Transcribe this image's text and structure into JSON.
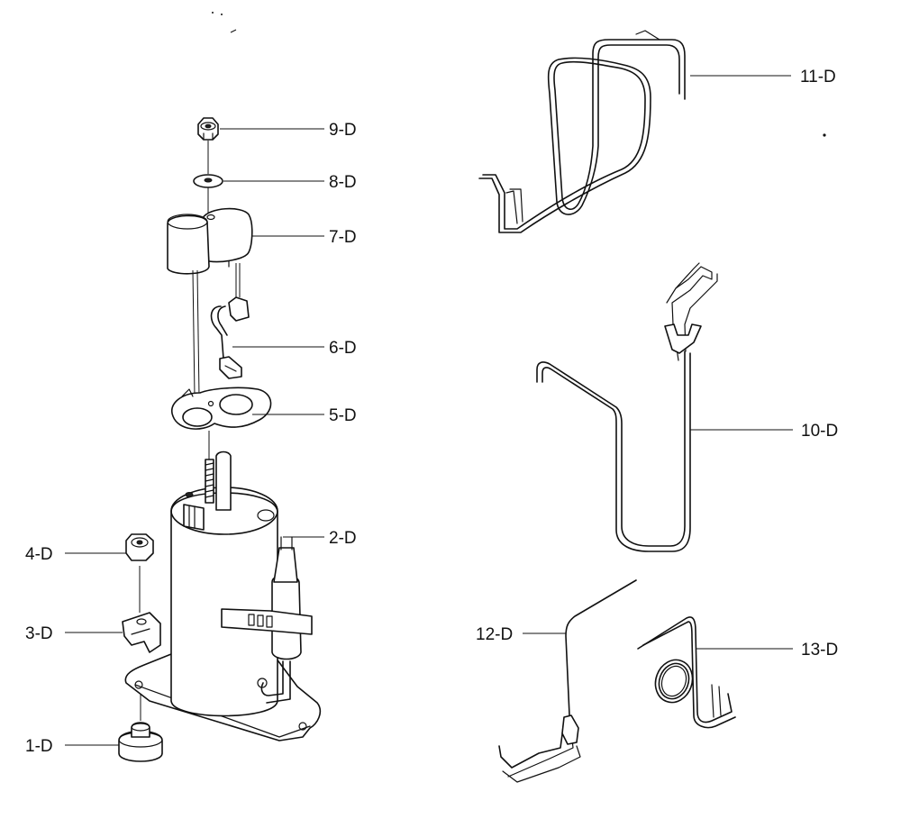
{
  "parts": [
    {
      "id": "p1",
      "label": "1-D"
    },
    {
      "id": "p2",
      "label": "2-D"
    },
    {
      "id": "p3",
      "label": "3-D"
    },
    {
      "id": "p4",
      "label": "4-D"
    },
    {
      "id": "p5",
      "label": "5-D"
    },
    {
      "id": "p6",
      "label": "6-D"
    },
    {
      "id": "p7",
      "label": "7-D"
    },
    {
      "id": "p8",
      "label": "8-D"
    },
    {
      "id": "p9",
      "label": "9-D"
    },
    {
      "id": "p10",
      "label": "10-D"
    },
    {
      "id": "p11",
      "label": "11-D"
    },
    {
      "id": "p12",
      "label": "12-D"
    },
    {
      "id": "p13",
      "label": "13-D"
    }
  ]
}
